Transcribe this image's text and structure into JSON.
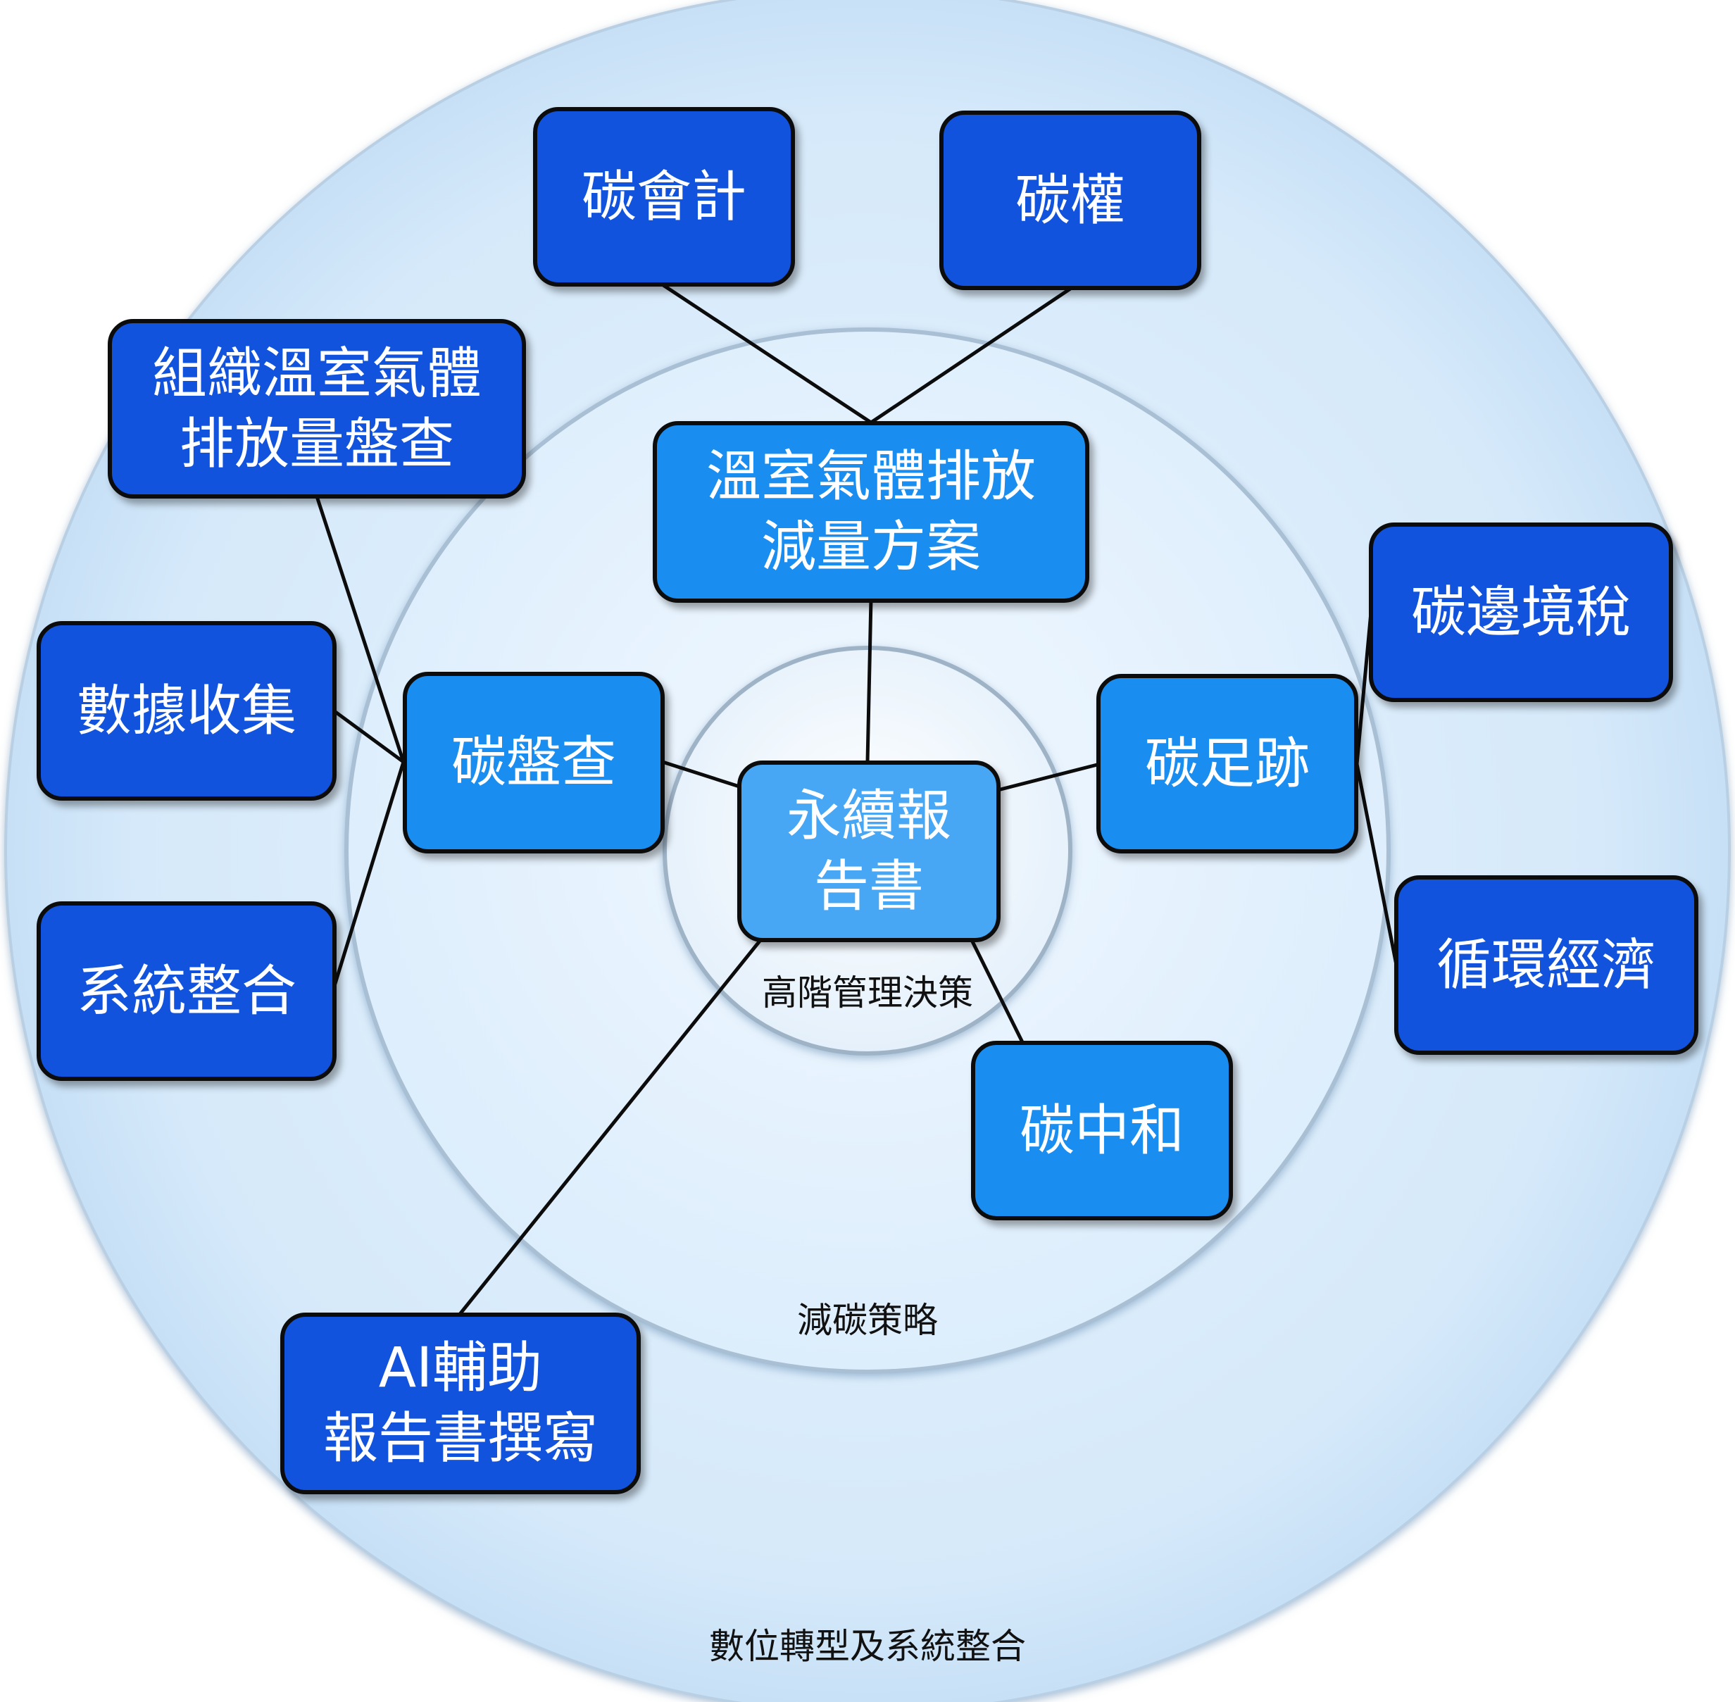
{
  "rings": {
    "outer_label": "數位轉型及系統整合",
    "middle_label": "減碳策略",
    "inner_label": "高階管理決策"
  },
  "center": {
    "label": "永續報\n告書"
  },
  "strategy_nodes": {
    "ghg_reduction": "溫室氣體排放\n減量方案",
    "carbon_inventory": "碳盤查",
    "carbon_footprint": "碳足跡",
    "carbon_neutral": "碳中和"
  },
  "outer_nodes": {
    "carbon_accounting": "碳會計",
    "carbon_rights": "碳權",
    "org_ghg_inventory": "組織溫室氣體\n排放量盤查",
    "data_collection": "數據收集",
    "system_integration": "系統整合",
    "cbam": "碳邊境稅",
    "circular_economy": "循環經濟",
    "ai_report": "AI輔助\n報告書撰寫"
  },
  "colors": {
    "outer_node": "#1153dd",
    "strategy_node": "#1a8df0",
    "center_node": "#47a7f5",
    "ring_fill": "#d7ebfb",
    "line": "#0c0c0c"
  }
}
